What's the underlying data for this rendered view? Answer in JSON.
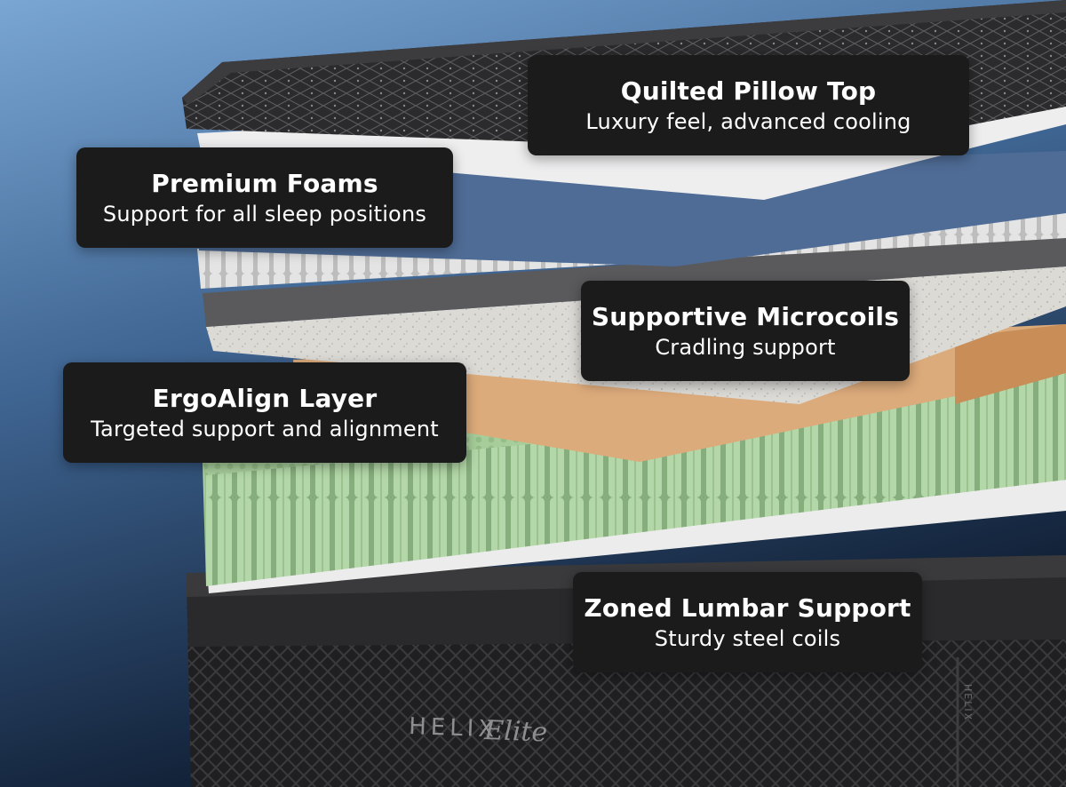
{
  "colors": {
    "background_top": "#6e9ccc",
    "background_bottom": "#0f1d33",
    "callout_bg": "#1b1b1b",
    "callout_text": "#ffffff",
    "pillow_top": "#2a2a2c",
    "white_foam": "#e9e9ea",
    "blue_foam": "#4e6b94",
    "microcoils": "#d6d6d6",
    "gray_layer": "#5b5b5d",
    "speckled_foam": "#d9d7d2",
    "ergo_layer": "#dcab7b",
    "lumbar_coils": "#a9cf9e",
    "base_panel": "#1d1d1f"
  },
  "callouts": [
    {
      "id": "quilted",
      "title": "Quilted Pillow Top",
      "subtitle": "Luxury feel, advanced cooling"
    },
    {
      "id": "foams",
      "title": "Premium Foams",
      "subtitle": "Support for all sleep positions"
    },
    {
      "id": "microcoils",
      "title": "Supportive Microcoils",
      "subtitle": "Cradling support"
    },
    {
      "id": "ergo",
      "title": "ErgoAlign Layer",
      "subtitle": "Targeted support and alignment"
    },
    {
      "id": "lumbar",
      "title": "Zoned Lumbar Support",
      "subtitle": "Sturdy steel coils"
    }
  ],
  "brand": {
    "front_logo_word": "HELIX",
    "front_logo_script": "Elite",
    "side_logo": "HELIX"
  }
}
